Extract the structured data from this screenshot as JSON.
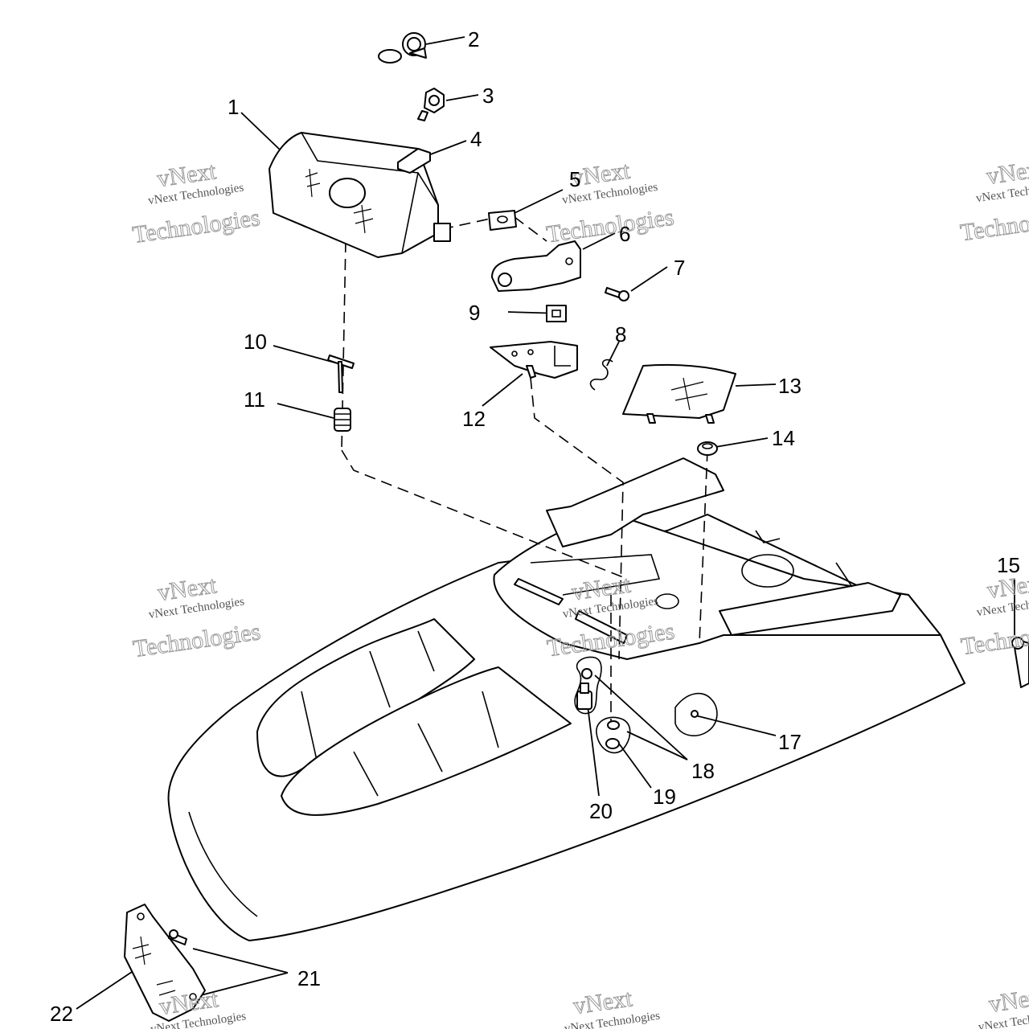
{
  "watermark": {
    "brand_line1": "vNext",
    "brand_line2": "Technologies",
    "caption": "vNext Technologies"
  },
  "callouts": [
    {
      "id": "1",
      "label": "1"
    },
    {
      "id": "2",
      "label": "2"
    },
    {
      "id": "3",
      "label": "3"
    },
    {
      "id": "4",
      "label": "4"
    },
    {
      "id": "5",
      "label": "5"
    },
    {
      "id": "6",
      "label": "6"
    },
    {
      "id": "7",
      "label": "7"
    },
    {
      "id": "8",
      "label": "8"
    },
    {
      "id": "9",
      "label": "9"
    },
    {
      "id": "10",
      "label": "10"
    },
    {
      "id": "11",
      "label": "11"
    },
    {
      "id": "12",
      "label": "12"
    },
    {
      "id": "13",
      "label": "13"
    },
    {
      "id": "14",
      "label": "14"
    },
    {
      "id": "15",
      "label": "15"
    },
    {
      "id": "17",
      "label": "17"
    },
    {
      "id": "18",
      "label": "18"
    },
    {
      "id": "19",
      "label": "19"
    },
    {
      "id": "20",
      "label": "20"
    },
    {
      "id": "21",
      "label": "21"
    },
    {
      "id": "22",
      "label": "22"
    }
  ]
}
